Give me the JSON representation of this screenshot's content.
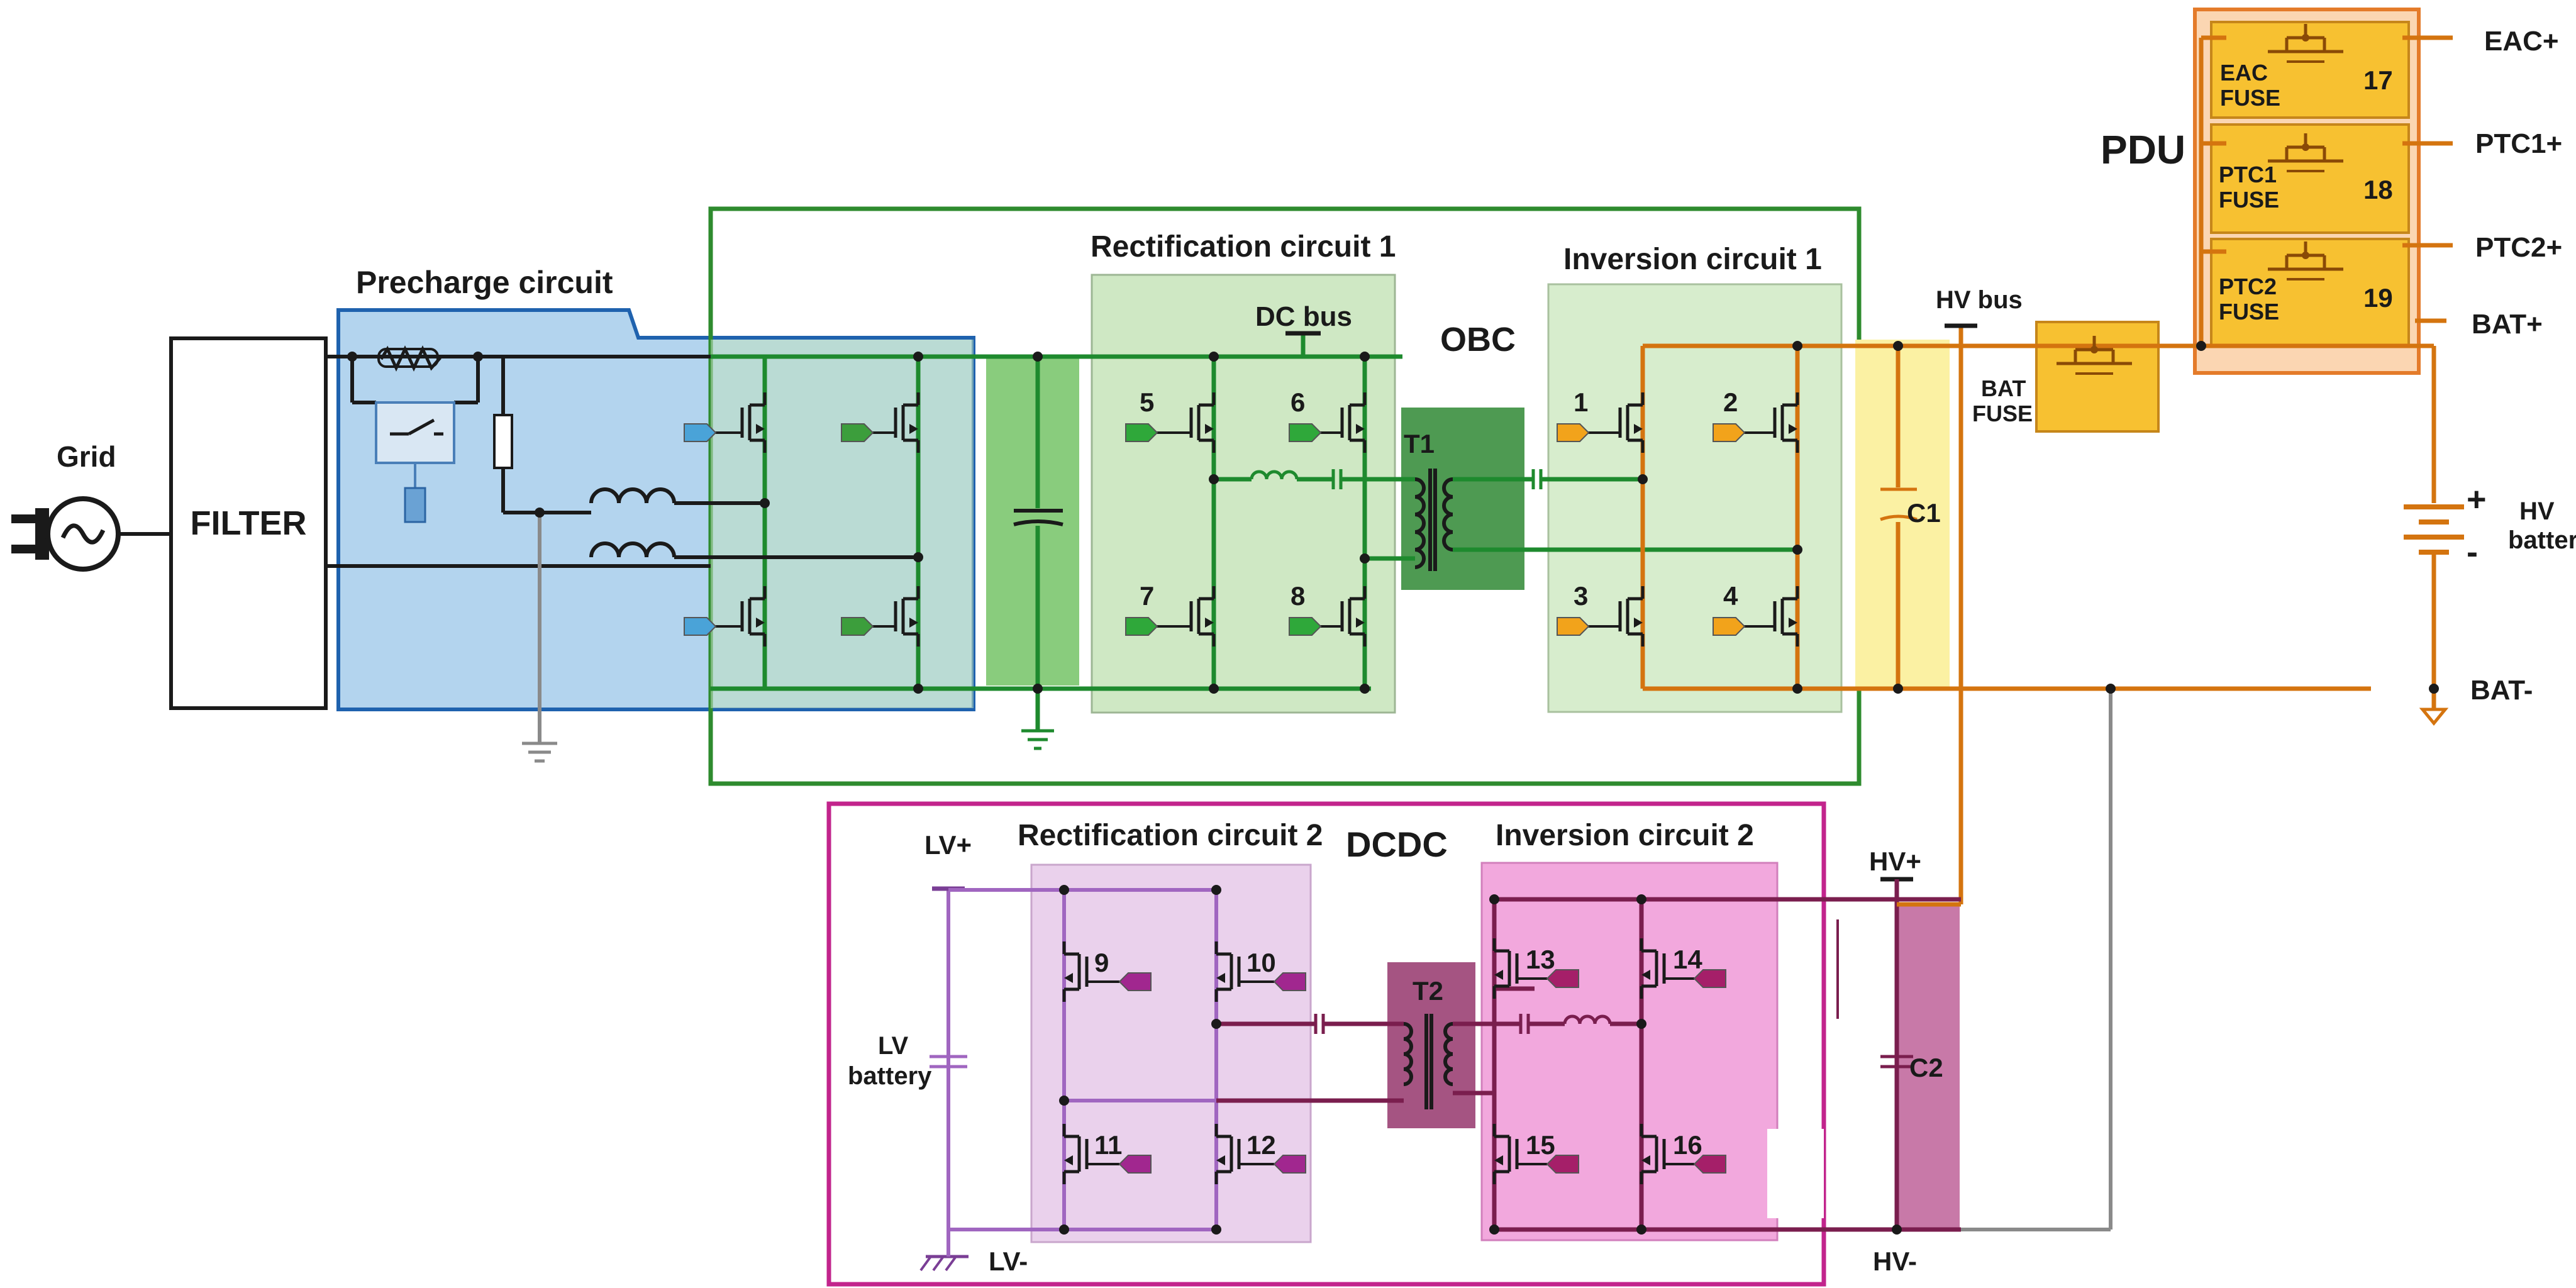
{
  "labels": {
    "grid": "Grid",
    "filter": "FILTER",
    "precharge": "Precharge circuit",
    "obc": "OBC",
    "rect1": "Rectification circuit 1",
    "inv1": "Inversion circuit 1",
    "dc_bus": "DC bus",
    "t1": "T1",
    "t2": "T2",
    "c1": "C1",
    "c2": "C2",
    "hv_bus": "HV bus",
    "pdu": "PDU",
    "eac_fuse": [
      "EAC",
      "FUSE"
    ],
    "ptc1_fuse": [
      "PTC1",
      "FUSE"
    ],
    "ptc2_fuse": [
      "PTC2",
      "FUSE"
    ],
    "bat_fuse": [
      "BAT",
      "FUSE"
    ],
    "eac_plus": "EAC+",
    "ptc1_plus": "PTC1+",
    "ptc2_plus": "PTC2+",
    "bat_plus": "BAT+",
    "bat_minus": "BAT-",
    "hv_battery": [
      "HV",
      "battery"
    ],
    "dcdc": "DCDC",
    "rect2": "Rectification circuit 2",
    "inv2": "Inversion circuit 2",
    "lv_plus": "LV+",
    "lv_minus": "LV-",
    "lv_battery": [
      "LV",
      "battery"
    ],
    "hv_plus": "HV+",
    "hv_minus": "HV-",
    "plus_sign": "+",
    "minus_sign": "-"
  },
  "switches": {
    "s1": "1",
    "s2": "2",
    "s3": "3",
    "s4": "4",
    "s5": "5",
    "s6": "6",
    "s7": "7",
    "s8": "8",
    "s9": "9",
    "s10": "10",
    "s11": "11",
    "s12": "12",
    "s13": "13",
    "s14": "14",
    "s15": "15",
    "s16": "16",
    "s17": "17",
    "s18": "18",
    "s19": "19"
  },
  "colors": {
    "precharge_fill": "#b3d4ee",
    "precharge_border": "#1f62ae",
    "obc_border": "#2e8b2e",
    "rect1_fill": "#cfe8c4",
    "inv1_fill": "#d7edcd",
    "t1_fill": "#4e9a52",
    "dc_cap_band": "#6bbf5d",
    "c1_band": "#fbf1a3",
    "pdu_fill": "#fbd6b2",
    "pdu_border": "#e47b2a",
    "fuse_fill": "#f7c131",
    "dcdc_border": "#c2248c",
    "rect2_fill": "#ead1ec",
    "inv2_fill": "#f2a8dd",
    "t2_fill": "#a55482",
    "c2_band": "#c879a8"
  }
}
